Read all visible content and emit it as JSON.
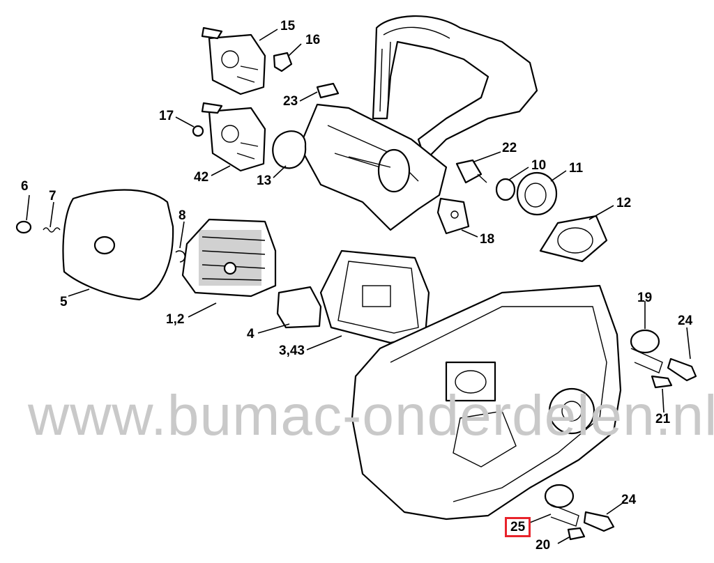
{
  "watermark": "www.bumac-onderdelen.nl",
  "labels": {
    "l15": "15",
    "l16": "16",
    "l23": "23",
    "l17": "17",
    "l42": "42",
    "l13": "13",
    "l22": "22",
    "l10": "10",
    "l11": "11",
    "l6": "6",
    "l7": "7",
    "l8": "8",
    "l12": "12",
    "l18": "18",
    "l5": "5",
    "l12b": "1,2",
    "l4": "4",
    "l343": "3,43",
    "l19": "19",
    "l24a": "24",
    "l21": "21",
    "l24b": "24",
    "l25": "25",
    "l20": "20"
  },
  "highlight": {
    "part": "25",
    "color": "#e8232b"
  }
}
